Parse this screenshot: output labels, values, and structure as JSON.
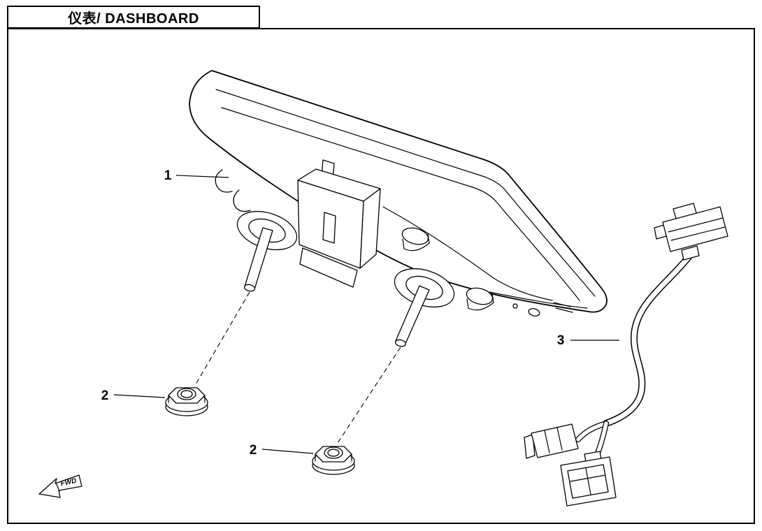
{
  "page": {
    "title": "仪表/ DASHBOARD"
  },
  "diagram": {
    "callouts": [
      {
        "part": "dashboard-unit",
        "label": "1"
      },
      {
        "part": "flange-nut-left",
        "label": "2"
      },
      {
        "part": "flange-nut-right",
        "label": "2"
      },
      {
        "part": "wiring-harness",
        "label": "3"
      }
    ],
    "direction_indicator": "FWD",
    "colors": {
      "line": "#000000",
      "background": "#ffffff"
    }
  }
}
